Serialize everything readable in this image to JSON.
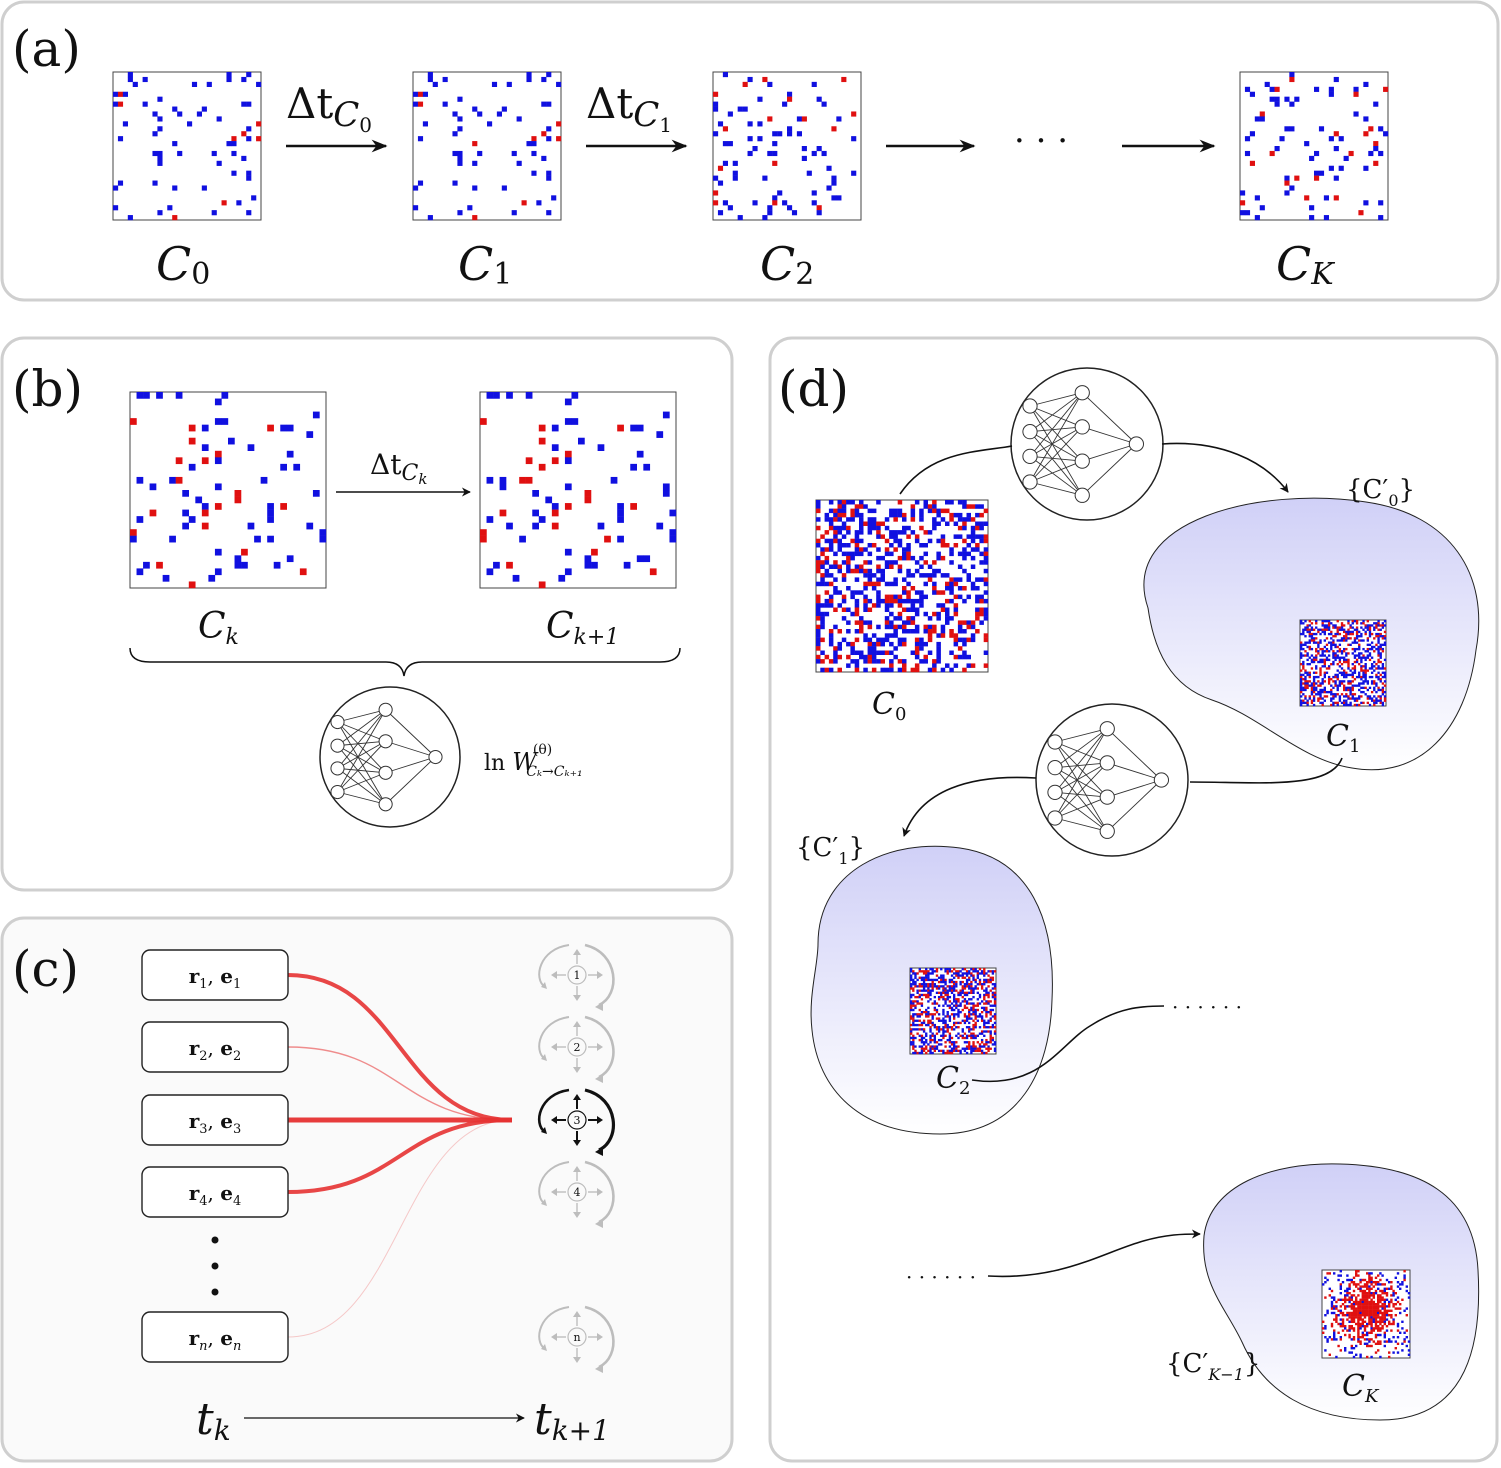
{
  "panels": {
    "a": {
      "label": "(a)",
      "steps": [
        {
          "letter": "C",
          "sub": "0"
        },
        {
          "letter": "C",
          "sub": "1"
        },
        {
          "letter": "C",
          "sub": "2"
        },
        {
          "letter": "C",
          "sub": "K"
        }
      ],
      "transitions": [
        {
          "prefix": "Δt",
          "letter": "C",
          "sub": "0"
        },
        {
          "prefix": "Δt",
          "letter": "C",
          "sub": "1"
        }
      ],
      "ellipsis": "· · ·"
    },
    "b": {
      "label": "(b)",
      "left": {
        "letter": "C",
        "sub": "k"
      },
      "right": {
        "letter": "C",
        "sub": "k+1"
      },
      "transition": {
        "prefix": "Δt",
        "letter": "C",
        "sub": "k"
      },
      "rate": {
        "prefix": "ln ",
        "symbol": "W",
        "sup": "(θ)",
        "sub": "Cₖ→Cₖ₊₁"
      }
    },
    "c": {
      "label": "(c)",
      "particles": [
        {
          "r": "r",
          "e": "e",
          "sub": "1"
        },
        {
          "r": "r",
          "e": "e",
          "sub": "2"
        },
        {
          "r": "r",
          "e": "e",
          "sub": "3"
        },
        {
          "r": "r",
          "e": "e",
          "sub": "4"
        },
        {
          "r": "r",
          "e": "e",
          "sub": "n"
        }
      ],
      "move_labels": [
        "1",
        "2",
        "3",
        "4",
        "n"
      ],
      "time_from": {
        "symbol": "t",
        "sub": "k"
      },
      "time_to": {
        "symbol": "t",
        "sub": "k+1"
      }
    },
    "d": {
      "label": "(d)",
      "start": {
        "letter": "C",
        "sub": "0"
      },
      "sets": [
        {
          "text": "{C′",
          "sub": "0",
          "close": "}"
        },
        {
          "text": "{C′",
          "sub": "1",
          "close": "}"
        },
        {
          "text": "{C′",
          "sub": "K−1",
          "close": "}"
        }
      ],
      "configs": [
        {
          "letter": "C",
          "sub": "1"
        },
        {
          "letter": "C",
          "sub": "2"
        },
        {
          "letter": "C",
          "sub": "K"
        }
      ],
      "ellipsis": "· · · · · ·"
    }
  },
  "colors": {
    "blue_site": "#1010e0",
    "red_site": "#e01010",
    "panel_border": "#cccccc",
    "blob_top": "#d4d4f8",
    "blob_bottom": "#ffffff",
    "edge_red": "#e63232",
    "faded": "#bdbdbd"
  },
  "icons": [
    "neural-network-icon",
    "move-directions-icon"
  ]
}
